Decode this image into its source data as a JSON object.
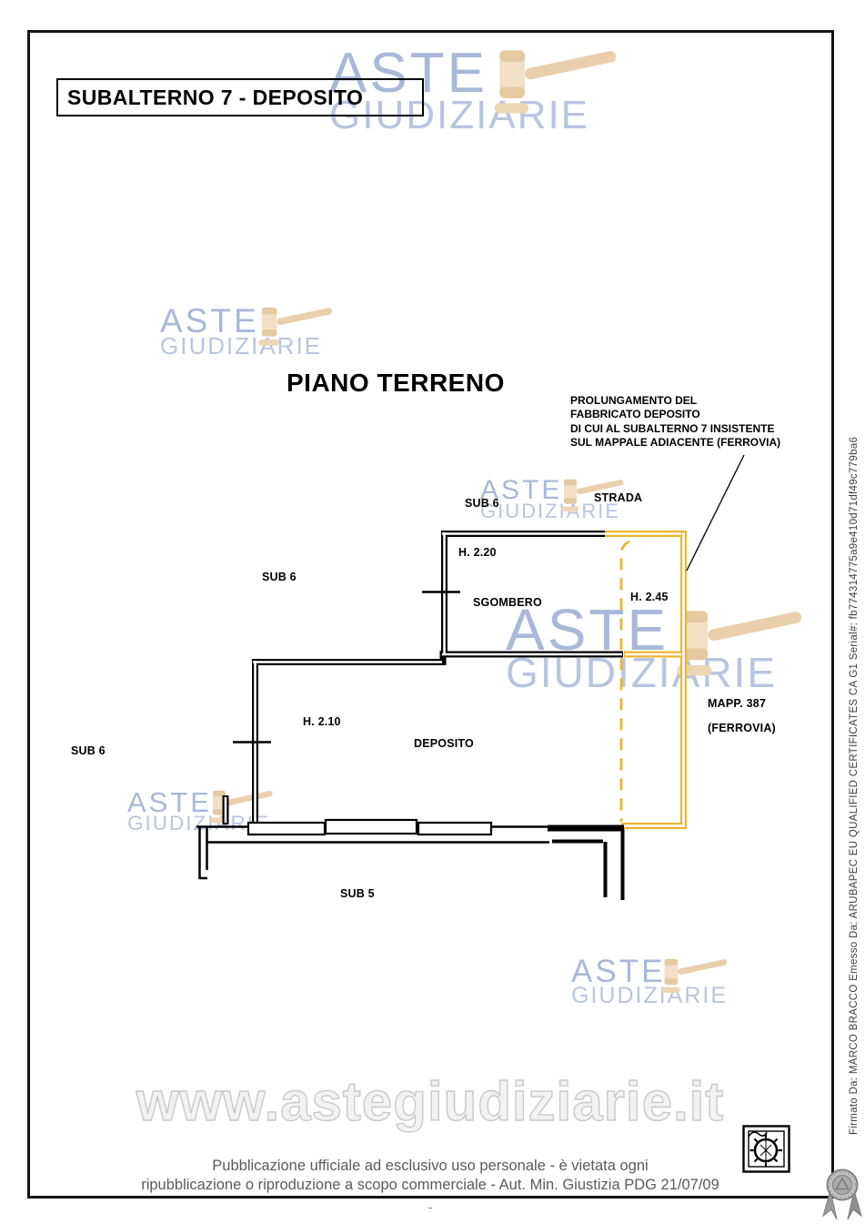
{
  "page": {
    "title": "SUBALTERNO 7 - DEPOSITO",
    "plan_heading": "PIANO TERRENO"
  },
  "watermark": {
    "line1": "ASTE",
    "line2": "GIUDIZIARIE",
    "url": "www.astegiudiziarie.it"
  },
  "annotation": {
    "line1": "PROLUNGAMENTO DEL",
    "line2": "FABBRICATO DEPOSITO",
    "line3": "DI CUI AL  SUBALTERNO 7 INSISTENTE",
    "line4": "SUL MAPPALE ADIACENTE (FERROVIA)"
  },
  "plan": {
    "highlight_color": "#EBB52F",
    "labels": {
      "sub6_top": "SUB 6",
      "strada": "STRADA",
      "height_sgombero": "H. 2.20",
      "sgombero": "SGOMBERO",
      "height_extension": "H. 2.45",
      "sub6_mid": "SUB 6",
      "height_deposito": "H. 2.10",
      "deposito": "DEPOSITO",
      "sub6_left": "SUB 6",
      "mappale_line1": "MAPP. 387",
      "mappale_line2": "(FERROVIA)",
      "sub5": "SUB 5"
    }
  },
  "signature": {
    "text": "Firmato Da: MARCO BRACCO Emesso Da: ARUBAPEC EU QUALIFIED CERTIFICATES CA G1 Serial#: fb774314775a9e410d71df49c779ba6"
  },
  "footer": {
    "line1": "Pubblicazione ufficiale ad esclusivo uso personale - è vietata ogni",
    "line2": "ripubblicazione o riproduzione a scopo commerciale - Aut. Min. Giustizia PDG 21/07/09",
    "page_mark": "-"
  }
}
